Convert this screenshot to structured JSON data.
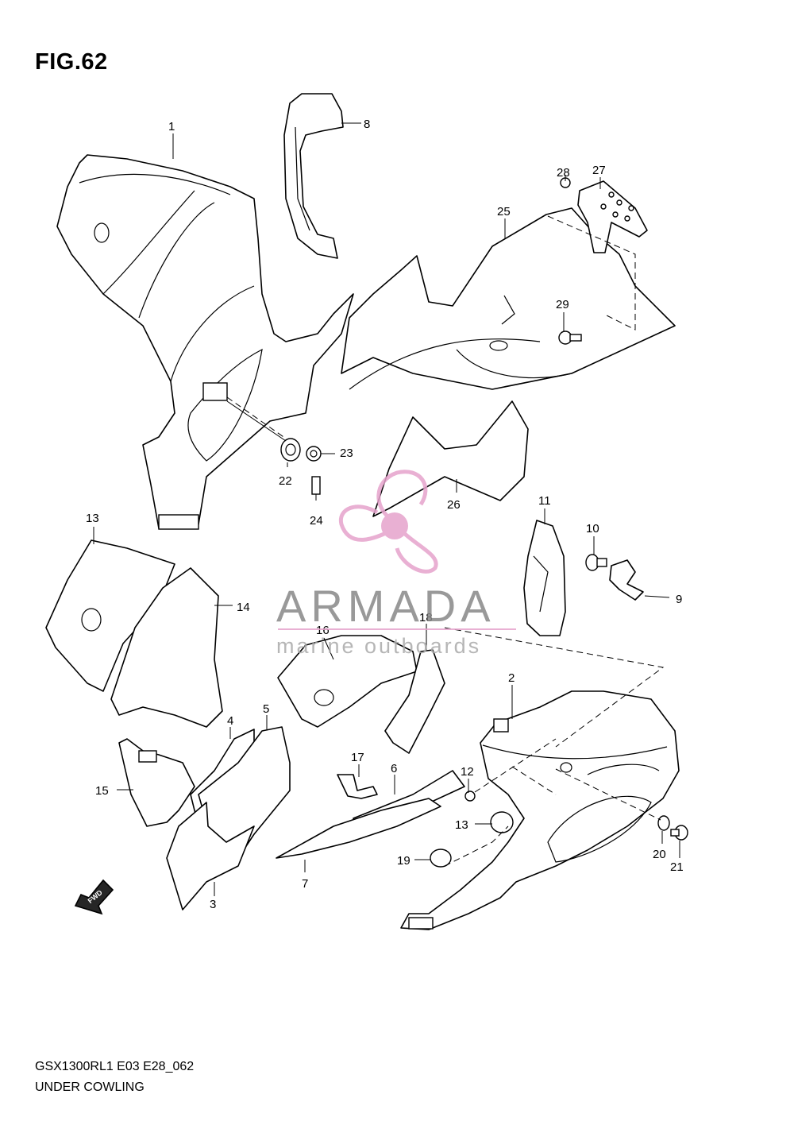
{
  "figure": {
    "title": "FIG.62",
    "code": "GSX1300RL1 E03 E28_062",
    "name": "UNDER COWLING"
  },
  "watermark": {
    "brand": "ARMADA",
    "tagline": "marine outboards",
    "logo_color": "#e6a3cc"
  },
  "callouts": [
    "1",
    "8",
    "28",
    "27",
    "25",
    "29",
    "23",
    "22",
    "24",
    "26",
    "11",
    "10",
    "9",
    "13",
    "14",
    "16",
    "18",
    "2",
    "5",
    "4",
    "15",
    "17",
    "6",
    "12",
    "13",
    "20",
    "21",
    "19",
    "7",
    "3"
  ],
  "fwd_label": "FWD"
}
